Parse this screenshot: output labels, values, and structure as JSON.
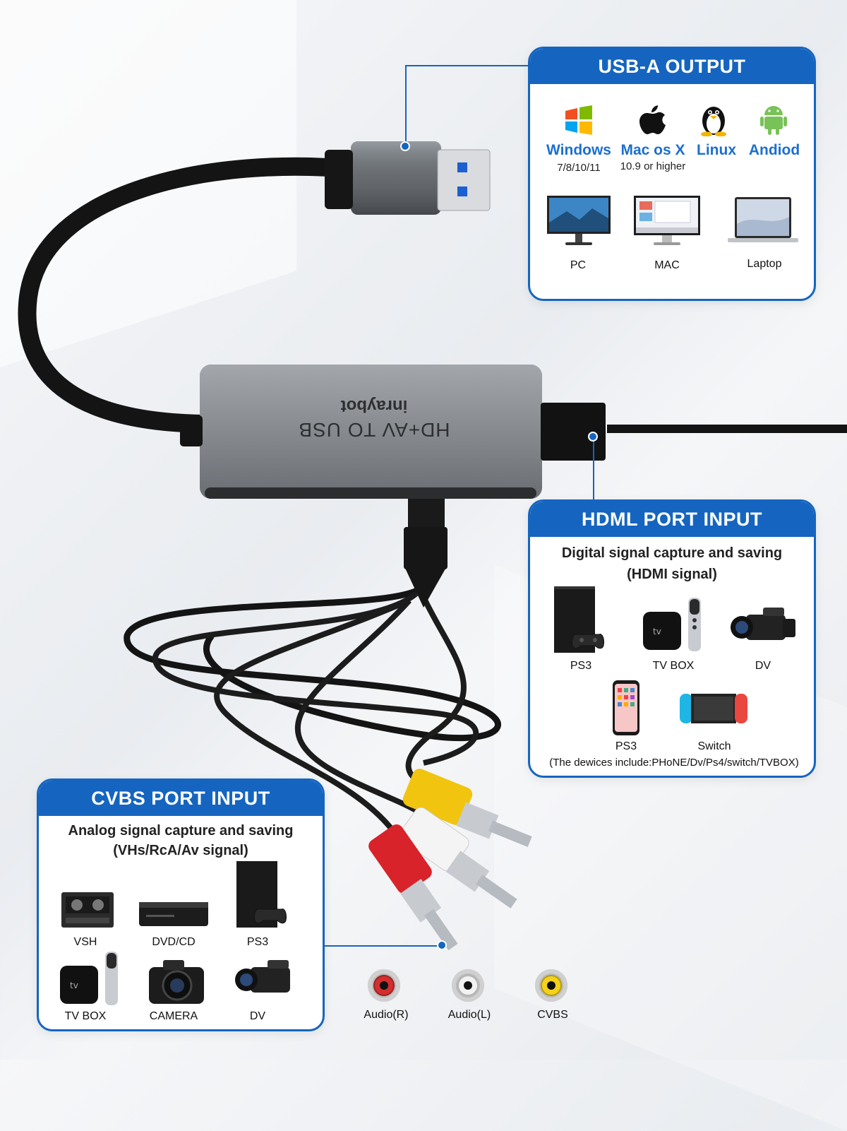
{
  "device": {
    "label": "HD+AV TO USB",
    "brand": "inraybot"
  },
  "usb_output": {
    "title": "USB-A OUTPUT",
    "os": [
      {
        "name": "Windows",
        "version": "7/8/10/11",
        "icon": "windows-logo-icon"
      },
      {
        "name": "Mac os X",
        "version": "10.9 or higher",
        "icon": "apple-logo-icon"
      },
      {
        "name": "Linux",
        "version": "",
        "icon": "linux-penguin-icon"
      },
      {
        "name": "Andiod",
        "version": "",
        "icon": "android-logo-icon"
      }
    ],
    "devices": [
      {
        "label": "PC",
        "icon": "monitor-icon"
      },
      {
        "label": "MAC",
        "icon": "mac-monitor-icon"
      },
      {
        "label": "Laptop",
        "icon": "laptop-icon"
      }
    ]
  },
  "hdmi_input": {
    "title": "HDML PORT INPUT",
    "subtitle_line1": "Digital signal capture and saving",
    "subtitle_line2": "(HDMI signal)",
    "devices": [
      {
        "label": "PS3",
        "icon": "game-console-icon"
      },
      {
        "label": "TV BOX",
        "icon": "tv-box-icon"
      },
      {
        "label": "DV",
        "icon": "camcorder-icon"
      },
      {
        "label": "PS3",
        "icon": "phone-icon"
      },
      {
        "label": "Switch",
        "icon": "switch-console-icon"
      }
    ],
    "note": "(The dewices include:PHoNE/Dv/Ps4/switch/TVBOX)"
  },
  "cvbs_input": {
    "title": "CVBS PORT INPUT",
    "subtitle_line1": "Analog signal capture and saving",
    "subtitle_line2": "(VHs/RcA/Av signal)",
    "devices": [
      {
        "label": "VSH",
        "icon": "vhs-player-icon"
      },
      {
        "label": "DVD/CD",
        "icon": "dvd-player-icon"
      },
      {
        "label": "PS3",
        "icon": "game-console-icon"
      },
      {
        "label": "TV BOX",
        "icon": "tv-box-icon"
      },
      {
        "label": "CAMERA",
        "icon": "camera-icon"
      },
      {
        "label": "DV",
        "icon": "camcorder-icon"
      }
    ]
  },
  "rca_jacks": [
    {
      "label": "Audio(R)",
      "color": "#d32f2f"
    },
    {
      "label": "Audio(L)",
      "color": "#f2f2f2"
    },
    {
      "label": "CVBS",
      "color": "#f4d21c"
    }
  ],
  "colors": {
    "accent": "#1565c0",
    "os_text": "#1b6fd1"
  }
}
